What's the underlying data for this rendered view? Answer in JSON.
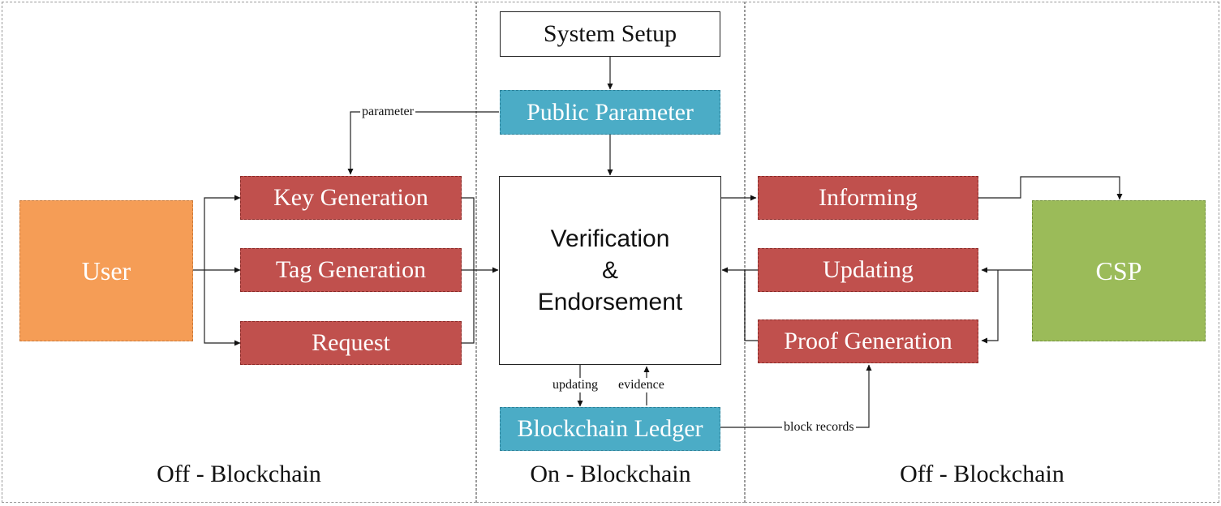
{
  "regions": {
    "left": "Off - Blockchain",
    "center": "On - Blockchain",
    "right": "Off - Blockchain"
  },
  "nodes": {
    "user": "User",
    "key_generation": "Key Generation",
    "tag_generation": "Tag Generation",
    "request": "Request",
    "system_setup": "System Setup",
    "public_parameter": "Public Parameter",
    "verification_line1": "Verification",
    "verification_line2": "&",
    "verification_line3": "Endorsement",
    "blockchain_ledger": "Blockchain Ledger",
    "informing": "Informing",
    "updating": "Updating",
    "proof_generation": "Proof Generation",
    "csp": "CSP"
  },
  "edge_labels": {
    "parameter": "parameter",
    "updating": "updating",
    "evidence": "evidence",
    "block_records": "block records"
  },
  "colors": {
    "red": "#c0504d",
    "teal": "#4bacc6",
    "orange": "#f59d56",
    "green": "#9bbb59"
  }
}
